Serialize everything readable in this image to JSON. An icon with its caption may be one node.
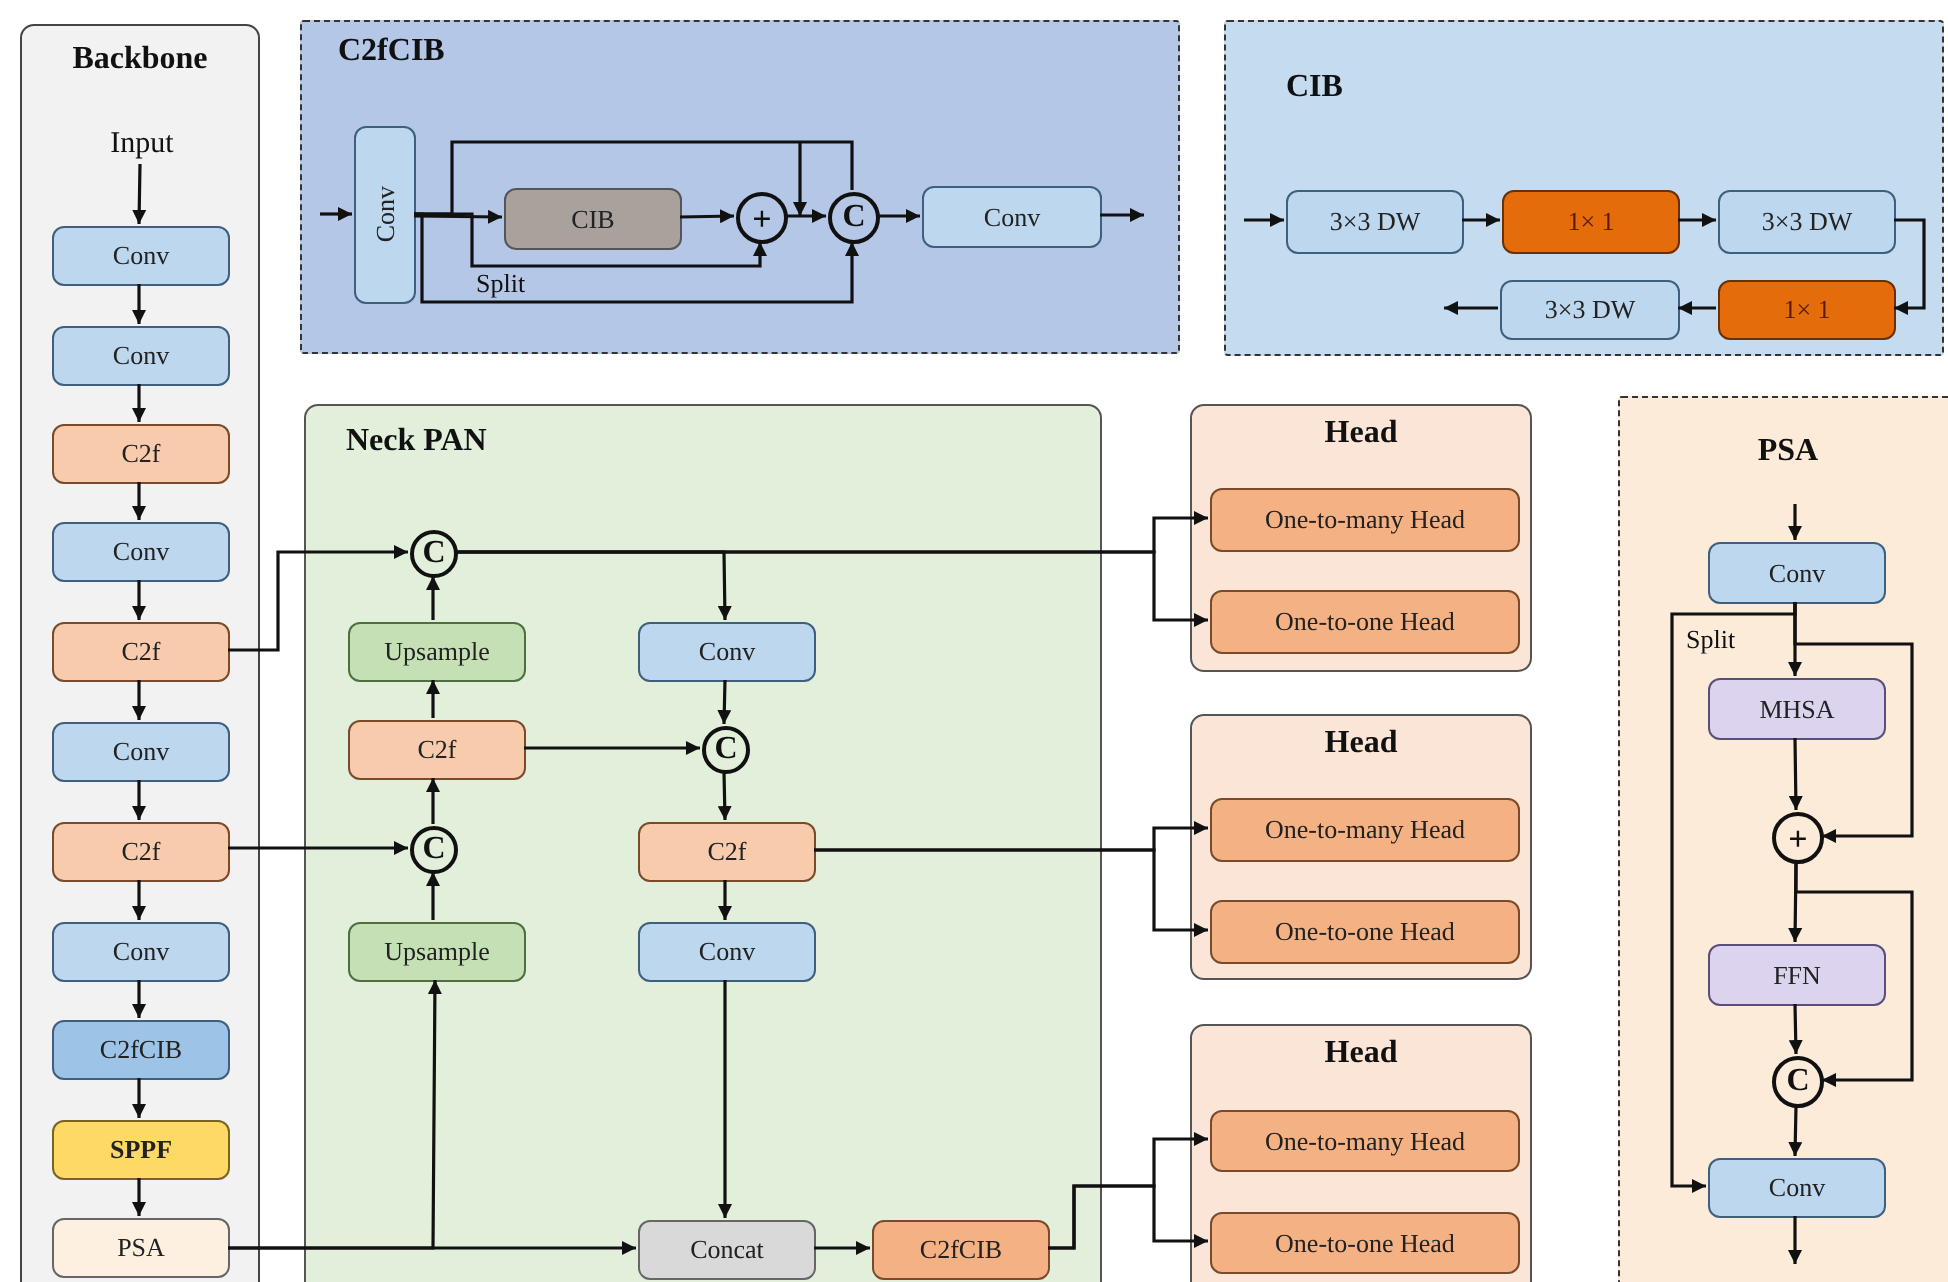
{
  "diagram": {
    "nodes": [
      {
        "text": [
          "Backbone"
        ]
      },
      {
        "text": [
          "Input"
        ],
        "in": 0
      },
      {
        "text": [
          "Conv"
        ],
        "in": 0
      },
      {
        "text": [
          "Conv"
        ],
        "in": 0
      },
      {
        "text": [
          "C2f"
        ],
        "in": 0
      },
      {
        "text": [
          "Conv"
        ],
        "in": 0
      },
      {
        "text": [
          "C2f"
        ],
        "in": 0
      },
      {
        "text": [
          "Conv"
        ],
        "in": 0
      },
      {
        "text": [
          "C2f"
        ],
        "in": 0
      },
      {
        "text": [
          "Conv"
        ],
        "in": 0
      },
      {
        "text": [
          "C2fCIB"
        ],
        "in": 0
      },
      {
        "text": [
          "SPPF"
        ],
        "in": 0
      },
      {
        "text": [
          "PSA"
        ],
        "in": 0
      },
      {
        "text": [
          "C2fCIB"
        ]
      },
      {
        "text": [
          "Conv"
        ],
        "in": 13
      },
      {
        "text": [
          "CIB"
        ],
        "in": 13
      },
      {
        "text": [
          "+"
        ],
        "in": 13
      },
      {
        "text": [
          "C"
        ],
        "in": 13
      },
      {
        "text": [
          "Conv"
        ],
        "in": 13
      },
      {
        "text": [
          "CIB"
        ]
      },
      {
        "text": [
          "3×3 DW"
        ],
        "in": 19
      },
      {
        "text": [
          "1× 1"
        ],
        "in": 19
      },
      {
        "text": [
          "3×3 DW"
        ],
        "in": 19
      },
      {
        "text": [
          "1× 1"
        ],
        "in": 19
      },
      {
        "text": [
          "3×3 DW"
        ],
        "in": 19
      },
      {
        "text": [
          "Neck PAN"
        ]
      },
      {
        "text": [
          "C"
        ],
        "in": 25
      },
      {
        "text": [
          "Upsample"
        ],
        "in": 25
      },
      {
        "text": [
          "Conv"
        ],
        "in": 25
      },
      {
        "text": [
          "C2f"
        ],
        "in": 25
      },
      {
        "text": [
          "C"
        ],
        "in": 25
      },
      {
        "text": [
          "C"
        ],
        "in": 25
      },
      {
        "text": [
          "C2f"
        ],
        "in": 25
      },
      {
        "text": [
          "Upsample"
        ],
        "in": 25
      },
      {
        "text": [
          "Conv"
        ],
        "in": 25
      },
      {
        "text": [
          "Concat"
        ],
        "in": 25
      },
      {
        "text": [
          "C2fCIB"
        ],
        "in": 25
      },
      {
        "text": [
          "Head"
        ]
      },
      {
        "text": [
          "One-to-many Head"
        ],
        "in": 37
      },
      {
        "text": [
          "One-to-one Head"
        ],
        "in": 37
      },
      {
        "text": [
          "Head"
        ]
      },
      {
        "text": [
          "One-to-many Head"
        ],
        "in": 40
      },
      {
        "text": [
          "One-to-one Head"
        ],
        "in": 40
      },
      {
        "text": [
          "Head"
        ]
      },
      {
        "text": [
          "One-to-many Head"
        ],
        "in": 43
      },
      {
        "text": [
          "One-to-one Head"
        ],
        "in": 43
      },
      {
        "text": [
          "PSA"
        ]
      },
      {
        "text": [
          "Conv"
        ],
        "in": 46
      },
      {
        "text": [
          "MHSA"
        ],
        "in": 46
      },
      {
        "text": [
          "+"
        ],
        "in": 46
      },
      {
        "text": [
          "FFN"
        ],
        "in": 46
      },
      {
        "text": [
          "C"
        ],
        "in": 46
      },
      {
        "text": [
          "Conv"
        ],
        "in": 46
      }
    ],
    "edges": [
      {
        "from": 1,
        "to": 2,
        "arrow": "to"
      },
      {
        "from": 2,
        "to": 3,
        "arrow": "to"
      },
      {
        "from": 3,
        "to": 4,
        "arrow": "to"
      },
      {
        "from": 4,
        "to": 5,
        "arrow": "to"
      },
      {
        "from": 5,
        "to": 6,
        "arrow": "to"
      },
      {
        "from": 6,
        "to": 7,
        "arrow": "to"
      },
      {
        "from": 7,
        "to": 8,
        "arrow": "to"
      },
      {
        "from": 8,
        "to": 9,
        "arrow": "to"
      },
      {
        "from": 9,
        "to": 10,
        "arrow": "to"
      },
      {
        "from": 10,
        "to": 11,
        "arrow": "to"
      },
      {
        "from": 11,
        "to": 12,
        "arrow": "to"
      },
      {
        "from": null,
        "to": 14,
        "arrow": "to"
      },
      {
        "from": 14,
        "to": 15,
        "arrow": "to"
      },
      {
        "from": 15,
        "to": 16,
        "arrow": "to"
      },
      {
        "from": 16,
        "to": 17,
        "arrow": "to"
      },
      {
        "from": 17,
        "to": 18,
        "arrow": "to"
      },
      {
        "from": 18,
        "to": null,
        "arrow": "to"
      },
      {
        "from": 14,
        "to": 17,
        "arrow": "to"
      },
      {
        "from": 14,
        "to": 16,
        "arrow": "to"
      },
      {
        "from": 14,
        "to": 17,
        "arrow": "to"
      },
      {
        "from": null,
        "to": 20,
        "arrow": "to"
      },
      {
        "from": 20,
        "to": 21,
        "arrow": "to"
      },
      {
        "from": 21,
        "to": 22,
        "arrow": "to"
      },
      {
        "from": 22,
        "to": 23,
        "arrow": "to"
      },
      {
        "from": 23,
        "to": 24,
        "arrow": "to"
      },
      {
        "from": 24,
        "to": null,
        "arrow": "to"
      },
      {
        "from": 6,
        "to": 26,
        "arrow": "to"
      },
      {
        "from": 8,
        "to": 31,
        "arrow": "to"
      },
      {
        "from": 12,
        "to": 35,
        "arrow": "to"
      },
      {
        "from": 12,
        "to": 33,
        "arrow": "to"
      },
      {
        "from": 33,
        "to": 31,
        "arrow": "to"
      },
      {
        "from": 31,
        "to": 29,
        "arrow": "to"
      },
      {
        "from": 29,
        "to": 27,
        "arrow": "to"
      },
      {
        "from": 27,
        "to": 26,
        "arrow": "to"
      },
      {
        "from": 29,
        "to": 30,
        "arrow": "to"
      },
      {
        "from": 26,
        "to": 28,
        "arrow": "to"
      },
      {
        "from": 28,
        "to": 30,
        "arrow": "to"
      },
      {
        "from": 30,
        "to": 32,
        "arrow": "to"
      },
      {
        "from": 32,
        "to": 34,
        "arrow": "to"
      },
      {
        "from": 34,
        "to": 35,
        "arrow": "to"
      },
      {
        "from": 35,
        "to": 36,
        "arrow": "to"
      },
      {
        "from": 26,
        "to": 38,
        "arrow": "to"
      },
      {
        "from": 26,
        "to": 39,
        "arrow": "to"
      },
      {
        "from": 32,
        "to": 41,
        "arrow": "to"
      },
      {
        "from": 32,
        "to": 42,
        "arrow": "to"
      },
      {
        "from": 36,
        "to": 44,
        "arrow": "to"
      },
      {
        "from": 36,
        "to": 45,
        "arrow": "to"
      },
      {
        "from": null,
        "to": 47,
        "arrow": "to"
      },
      {
        "from": 47,
        "to": 48,
        "arrow": "to"
      },
      {
        "from": 47,
        "to": 49,
        "arrow": "to"
      },
      {
        "from": 48,
        "to": 49,
        "arrow": "to"
      },
      {
        "from": 49,
        "to": 50,
        "arrow": "to"
      },
      {
        "from": 49,
        "to": 51,
        "arrow": "to"
      },
      {
        "from": 50,
        "to": 51,
        "arrow": "to"
      },
      {
        "from": 51,
        "to": 52,
        "arrow": "to"
      },
      {
        "from": 47,
        "to": 52,
        "arrow": "to"
      },
      {
        "from": 52,
        "to": null,
        "arrow": "to"
      }
    ],
    "labels": [
      "Split",
      "Split"
    ]
  }
}
